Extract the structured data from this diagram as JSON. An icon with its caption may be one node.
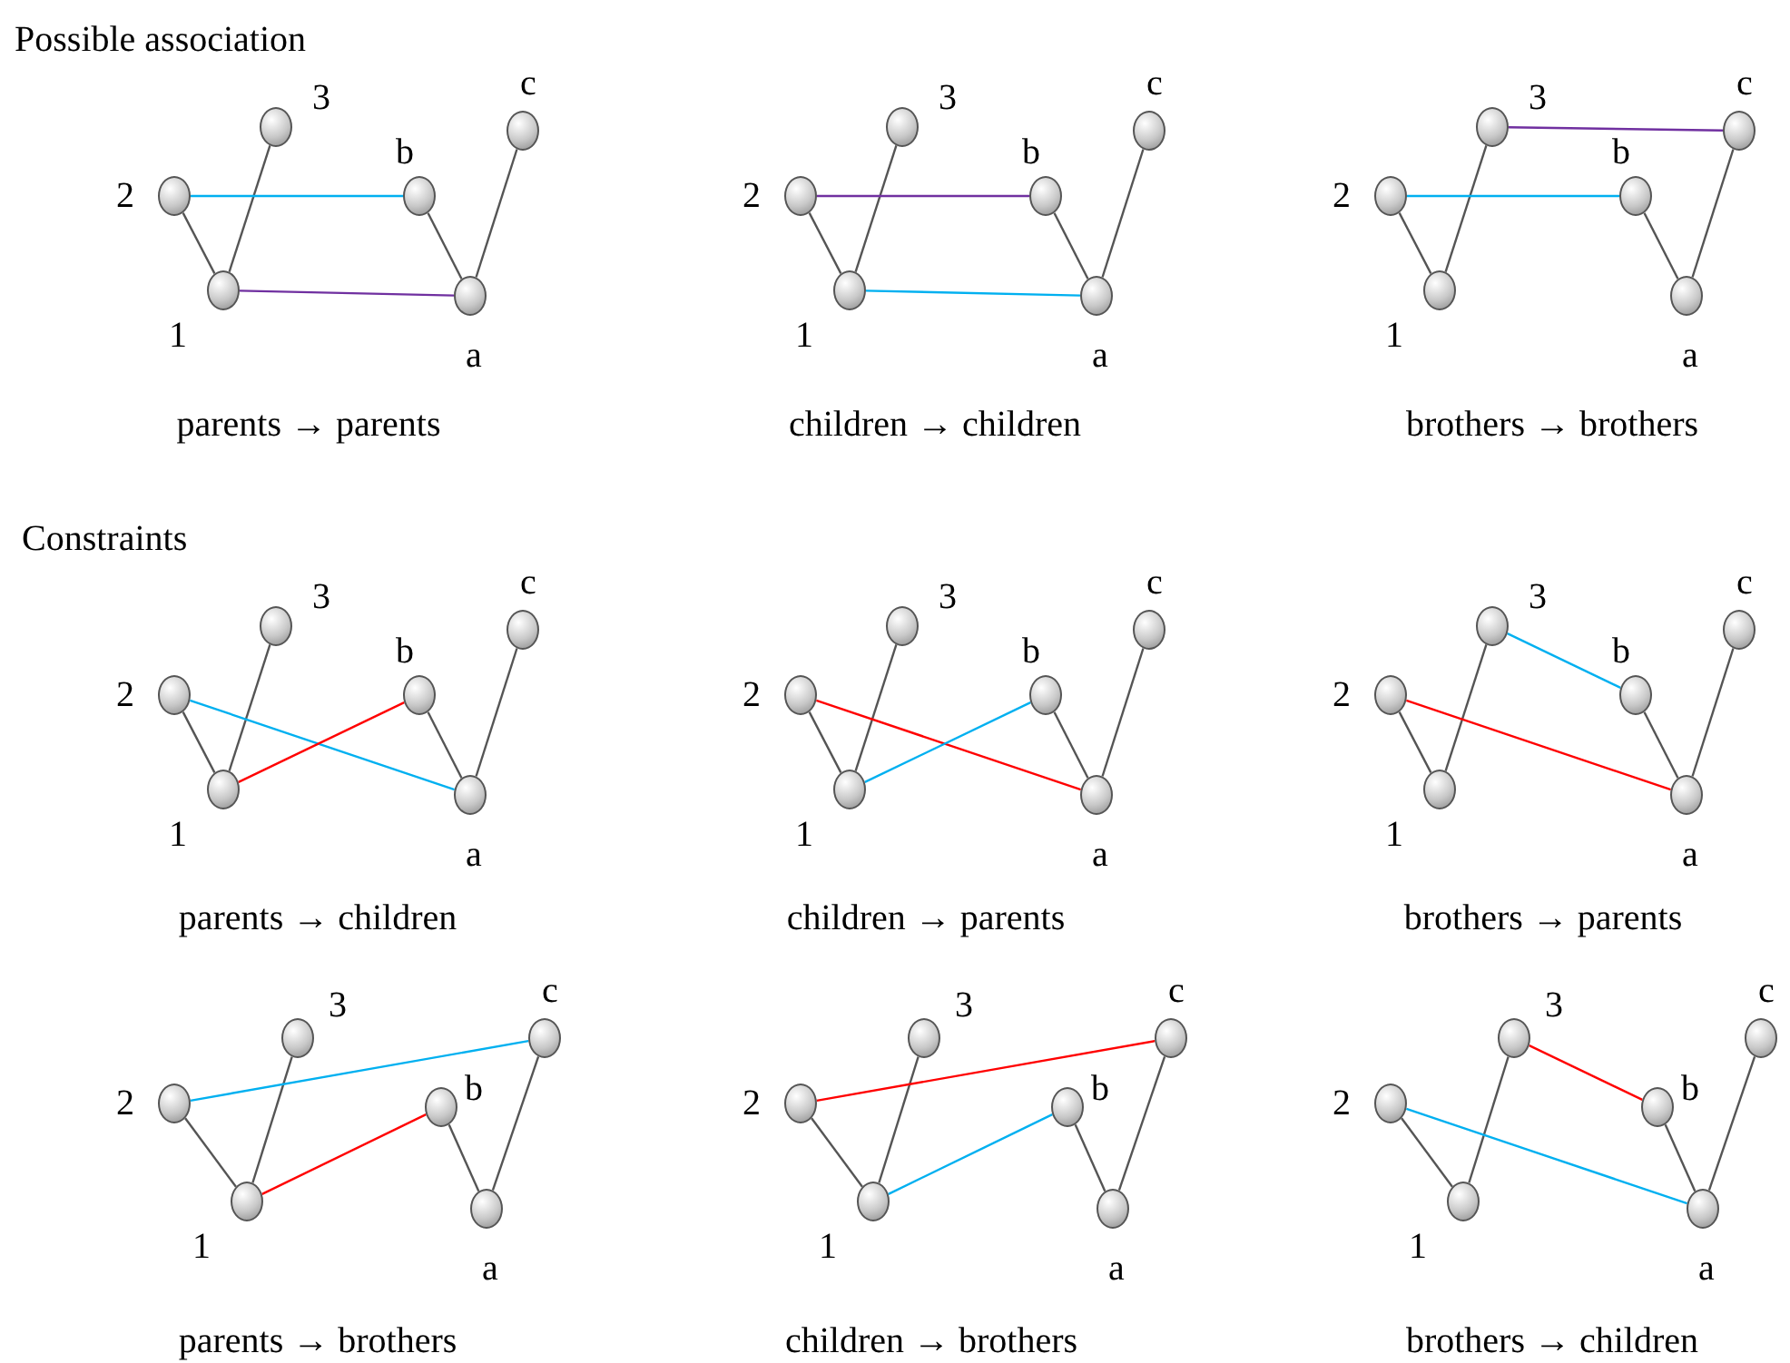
{
  "diagram": {
    "nodes": [
      {
        "text": [],
        "shape": "circle",
        "beside": [
          "1"
        ]
      },
      {
        "text": [],
        "shape": "circle",
        "beside": [
          "2"
        ]
      },
      {
        "text": [],
        "shape": "circle",
        "beside": [
          "3"
        ]
      },
      {
        "text": [],
        "shape": "circle",
        "beside": [
          "a"
        ]
      },
      {
        "text": [],
        "shape": "circle",
        "beside": [
          "b"
        ]
      },
      {
        "text": [],
        "shape": "circle",
        "beside": [
          "c"
        ]
      },
      {
        "text": [],
        "shape": "circle",
        "beside": [
          "1"
        ]
      },
      {
        "text": [],
        "shape": "circle",
        "beside": [
          "2"
        ]
      },
      {
        "text": [],
        "shape": "circle",
        "beside": [
          "3"
        ]
      },
      {
        "text": [],
        "shape": "circle",
        "beside": [
          "a"
        ]
      },
      {
        "text": [],
        "shape": "circle",
        "beside": [
          "b"
        ]
      },
      {
        "text": [],
        "shape": "circle",
        "beside": [
          "c"
        ]
      },
      {
        "text": [],
        "shape": "circle",
        "beside": [
          "1"
        ]
      },
      {
        "text": [],
        "shape": "circle",
        "beside": [
          "2"
        ]
      },
      {
        "text": [],
        "shape": "circle",
        "beside": [
          "3"
        ]
      },
      {
        "text": [],
        "shape": "circle",
        "beside": [
          "a"
        ]
      },
      {
        "text": [],
        "shape": "circle",
        "beside": [
          "b"
        ]
      },
      {
        "text": [],
        "shape": "circle",
        "beside": [
          "c"
        ]
      },
      {
        "text": [],
        "shape": "circle",
        "beside": [
          "1"
        ]
      },
      {
        "text": [],
        "shape": "circle",
        "beside": [
          "2"
        ]
      },
      {
        "text": [],
        "shape": "circle",
        "beside": [
          "3"
        ]
      },
      {
        "text": [],
        "shape": "circle",
        "beside": [
          "a"
        ]
      },
      {
        "text": [],
        "shape": "circle",
        "beside": [
          "b"
        ]
      },
      {
        "text": [],
        "shape": "circle",
        "beside": [
          "c"
        ]
      },
      {
        "text": [],
        "shape": "circle",
        "beside": [
          "1"
        ]
      },
      {
        "text": [],
        "shape": "circle",
        "beside": [
          "2"
        ]
      },
      {
        "text": [],
        "shape": "circle",
        "beside": [
          "3"
        ]
      },
      {
        "text": [],
        "shape": "circle",
        "beside": [
          "a"
        ]
      },
      {
        "text": [],
        "shape": "circle",
        "beside": [
          "b"
        ]
      },
      {
        "text": [],
        "shape": "circle",
        "beside": [
          "c"
        ]
      },
      {
        "text": [],
        "shape": "circle",
        "beside": [
          "1"
        ]
      },
      {
        "text": [],
        "shape": "circle",
        "beside": [
          "2"
        ]
      },
      {
        "text": [],
        "shape": "circle",
        "beside": [
          "3"
        ]
      },
      {
        "text": [],
        "shape": "circle",
        "beside": [
          "a"
        ]
      },
      {
        "text": [],
        "shape": "circle",
        "beside": [
          "b"
        ]
      },
      {
        "text": [],
        "shape": "circle",
        "beside": [
          "c"
        ]
      },
      {
        "text": [],
        "shape": "circle",
        "beside": [
          "1"
        ]
      },
      {
        "text": [],
        "shape": "circle",
        "beside": [
          "2"
        ]
      },
      {
        "text": [],
        "shape": "circle",
        "beside": [
          "3"
        ]
      },
      {
        "text": [],
        "shape": "circle",
        "beside": [
          "a"
        ]
      },
      {
        "text": [],
        "shape": "circle",
        "beside": [
          "b"
        ]
      },
      {
        "text": [],
        "shape": "circle",
        "beside": [
          "c"
        ]
      },
      {
        "text": [],
        "shape": "circle",
        "beside": [
          "1"
        ]
      },
      {
        "text": [],
        "shape": "circle",
        "beside": [
          "2"
        ]
      },
      {
        "text": [],
        "shape": "circle",
        "beside": [
          "3"
        ]
      },
      {
        "text": [],
        "shape": "circle",
        "beside": [
          "a"
        ]
      },
      {
        "text": [],
        "shape": "circle",
        "beside": [
          "b"
        ]
      },
      {
        "text": [],
        "shape": "circle",
        "beside": [
          "c"
        ]
      },
      {
        "text": [],
        "shape": "circle",
        "beside": [
          "1"
        ]
      },
      {
        "text": [],
        "shape": "circle",
        "beside": [
          "2"
        ]
      },
      {
        "text": [],
        "shape": "circle",
        "beside": [
          "3"
        ]
      },
      {
        "text": [],
        "shape": "circle",
        "beside": [
          "a"
        ]
      },
      {
        "text": [],
        "shape": "circle",
        "beside": [
          "b"
        ]
      },
      {
        "text": [],
        "shape": "circle",
        "beside": [
          "c"
        ]
      }
    ],
    "edges": [
      {
        "from": 0,
        "to": 1,
        "arrow": "none"
      },
      {
        "from": 0,
        "to": 2,
        "arrow": "none"
      },
      {
        "from": 3,
        "to": 4,
        "arrow": "none"
      },
      {
        "from": 3,
        "to": 5,
        "arrow": "none"
      },
      {
        "from": 1,
        "to": 4,
        "arrow": "none",
        "color": "#00b0f0"
      },
      {
        "from": 0,
        "to": 3,
        "arrow": "none",
        "color": "#7030a0"
      },
      {
        "from": 6,
        "to": 7,
        "arrow": "none"
      },
      {
        "from": 6,
        "to": 8,
        "arrow": "none"
      },
      {
        "from": 9,
        "to": 10,
        "arrow": "none"
      },
      {
        "from": 9,
        "to": 11,
        "arrow": "none"
      },
      {
        "from": 7,
        "to": 10,
        "arrow": "none",
        "color": "#7030a0"
      },
      {
        "from": 6,
        "to": 9,
        "arrow": "none",
        "color": "#00b0f0"
      },
      {
        "from": 12,
        "to": 13,
        "arrow": "none"
      },
      {
        "from": 12,
        "to": 14,
        "arrow": "none"
      },
      {
        "from": 15,
        "to": 16,
        "arrow": "none"
      },
      {
        "from": 15,
        "to": 17,
        "arrow": "none"
      },
      {
        "from": 14,
        "to": 17,
        "arrow": "none",
        "color": "#7030a0"
      },
      {
        "from": 13,
        "to": 16,
        "arrow": "none",
        "color": "#00b0f0"
      },
      {
        "from": 18,
        "to": 19,
        "arrow": "none"
      },
      {
        "from": 18,
        "to": 20,
        "arrow": "none"
      },
      {
        "from": 21,
        "to": 22,
        "arrow": "none"
      },
      {
        "from": 21,
        "to": 23,
        "arrow": "none"
      },
      {
        "from": 19,
        "to": 21,
        "arrow": "none",
        "color": "#00b0f0"
      },
      {
        "from": 18,
        "to": 22,
        "arrow": "none",
        "color": "#ff0000"
      },
      {
        "from": 24,
        "to": 25,
        "arrow": "none"
      },
      {
        "from": 24,
        "to": 26,
        "arrow": "none"
      },
      {
        "from": 27,
        "to": 28,
        "arrow": "none"
      },
      {
        "from": 27,
        "to": 29,
        "arrow": "none"
      },
      {
        "from": 25,
        "to": 27,
        "arrow": "none",
        "color": "#ff0000"
      },
      {
        "from": 24,
        "to": 28,
        "arrow": "none",
        "color": "#00b0f0"
      },
      {
        "from": 30,
        "to": 31,
        "arrow": "none"
      },
      {
        "from": 30,
        "to": 32,
        "arrow": "none"
      },
      {
        "from": 33,
        "to": 34,
        "arrow": "none"
      },
      {
        "from": 33,
        "to": 35,
        "arrow": "none"
      },
      {
        "from": 32,
        "to": 34,
        "arrow": "none",
        "color": "#00b0f0"
      },
      {
        "from": 31,
        "to": 33,
        "arrow": "none",
        "color": "#ff0000"
      },
      {
        "from": 36,
        "to": 37,
        "arrow": "none"
      },
      {
        "from": 36,
        "to": 38,
        "arrow": "none"
      },
      {
        "from": 39,
        "to": 40,
        "arrow": "none"
      },
      {
        "from": 39,
        "to": 41,
        "arrow": "none"
      },
      {
        "from": 37,
        "to": 41,
        "arrow": "none",
        "color": "#00b0f0"
      },
      {
        "from": 36,
        "to": 40,
        "arrow": "none",
        "color": "#ff0000"
      },
      {
        "from": 42,
        "to": 43,
        "arrow": "none"
      },
      {
        "from": 42,
        "to": 44,
        "arrow": "none"
      },
      {
        "from": 45,
        "to": 46,
        "arrow": "none"
      },
      {
        "from": 45,
        "to": 47,
        "arrow": "none"
      },
      {
        "from": 43,
        "to": 47,
        "arrow": "none",
        "color": "#ff0000"
      },
      {
        "from": 42,
        "to": 46,
        "arrow": "none",
        "color": "#00b0f0"
      },
      {
        "from": 48,
        "to": 49,
        "arrow": "none"
      },
      {
        "from": 48,
        "to": 50,
        "arrow": "none"
      },
      {
        "from": 51,
        "to": 52,
        "arrow": "none"
      },
      {
        "from": 51,
        "to": 53,
        "arrow": "none"
      },
      {
        "from": 50,
        "to": 52,
        "arrow": "none",
        "color": "#ff0000"
      },
      {
        "from": 49,
        "to": 51,
        "arrow": "none",
        "color": "#00b0f0"
      }
    ],
    "labels": [
      "Possible association",
      "parents → parents",
      "children → children",
      "brothers → brothers",
      "Constraints",
      "parents → children",
      "children → parents",
      "brothers → parents",
      "parents → brothers",
      "children → brothers",
      "brothers → children"
    ]
  }
}
